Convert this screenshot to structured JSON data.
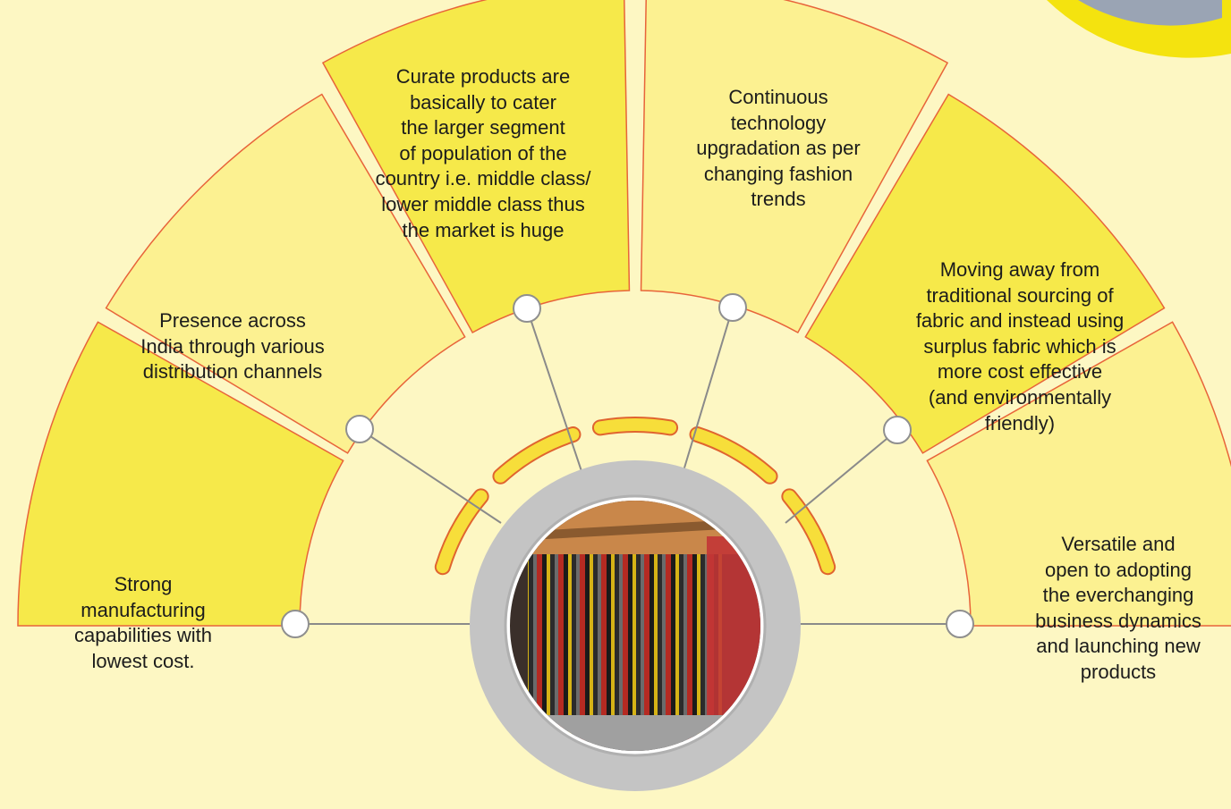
{
  "colors": {
    "background": "#fdf7c3",
    "segment_light": "#fcf191",
    "segment_dark": "#f6e94a",
    "segment_border": "#e8643a",
    "accent_arc": "#f7de3a",
    "accent_arc_border": "#e0642f",
    "hub_ring": "#c4c4c4",
    "connector": "#8a8a8a"
  },
  "center_image": {
    "icon": "clothes-rack-photo"
  },
  "segments": [
    {
      "id": "s0",
      "text": "Strong\nmanufacturing\ncapabilities with\nlowest cost.",
      "tone": "dark"
    },
    {
      "id": "s1",
      "text": "Presence across\nIndia through various\ndistribution channels",
      "tone": "light"
    },
    {
      "id": "s2",
      "text": "Curate products are\nbasically to cater\nthe larger segment\nof population of the\ncountry i.e. middle class/\nlower middle class thus\nthe market is huge",
      "tone": "dark"
    },
    {
      "id": "s3",
      "text": "Continuous\ntechnology\nupgradation as per\nchanging fashion\ntrends",
      "tone": "light"
    },
    {
      "id": "s4",
      "text": "Moving away from\ntraditional sourcing of\nfabric and instead using\nsurplus fabric which is\nmore cost effective\n(and environmentally\nfriendly)",
      "tone": "dark"
    },
    {
      "id": "s5",
      "text": "Versatile and\nopen to adopting\nthe everchanging\nbusiness dynamics\nand launching new\nproducts",
      "tone": "light"
    }
  ]
}
